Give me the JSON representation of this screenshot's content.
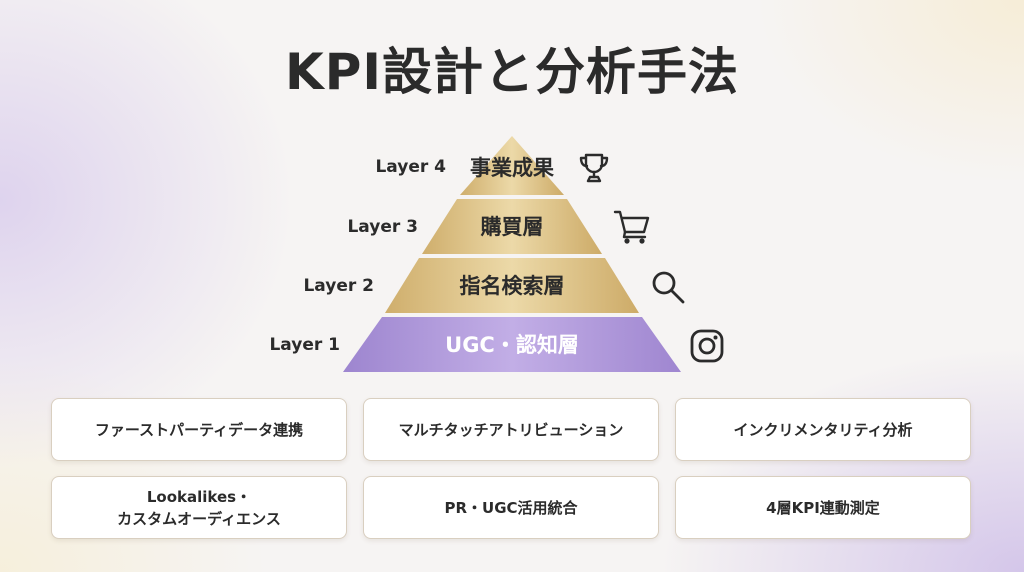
{
  "title": "KPI設計と分析手法",
  "colors": {
    "gold": "#d9bb7d",
    "purple": "#a98fd6",
    "text": "#2b2b2b"
  },
  "pyramid": {
    "layers": [
      {
        "label": "Layer 4",
        "name": "事業成果",
        "icon": "trophy-icon"
      },
      {
        "label": "Layer 3",
        "name": "購買層",
        "icon": "shopping-cart-icon"
      },
      {
        "label": "Layer 2",
        "name": "指名検索層",
        "icon": "search-icon"
      },
      {
        "label": "Layer 1",
        "name": "UGC・認知層",
        "icon": "instagram-icon"
      }
    ]
  },
  "cards": [
    {
      "line1": "ファーストパーティデータ連携",
      "line2": ""
    },
    {
      "line1": "マルチタッチアトリビューション",
      "line2": ""
    },
    {
      "line1": "インクリメンタリティ分析",
      "line2": ""
    },
    {
      "line1": "Lookalikes・",
      "line2": "カスタムオーディエンス"
    },
    {
      "line1": "PR・UGC活用統合",
      "line2": ""
    },
    {
      "line1": "4層KPI連動測定",
      "line2": ""
    }
  ]
}
